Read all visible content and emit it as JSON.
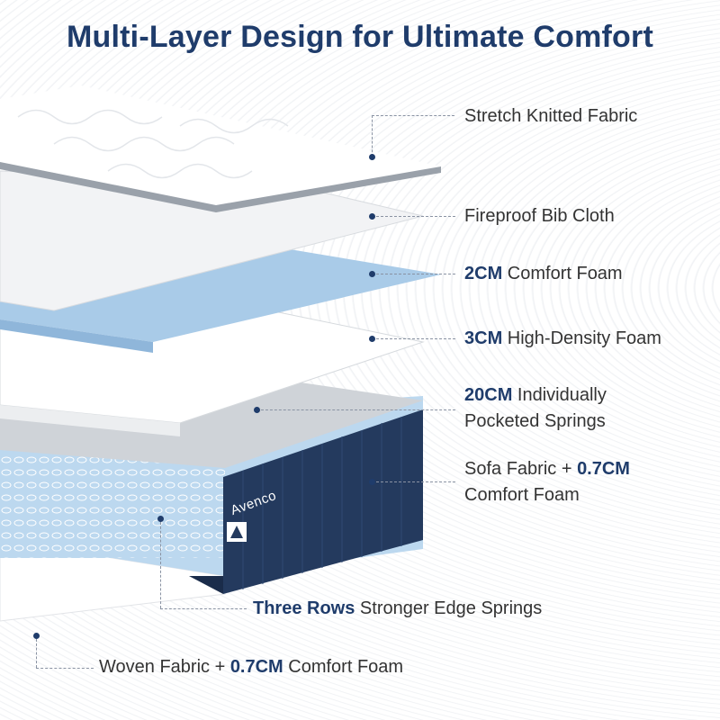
{
  "title": "Multi-Layer Design for Ultimate Comfort",
  "brand": "Avenco",
  "labels": [
    {
      "bold": "",
      "text": "Stretch Knitted Fabric",
      "bold_after": "",
      "line2": ""
    },
    {
      "bold": "",
      "text": "Fireproof  Bib  Cloth",
      "bold_after": "",
      "line2": ""
    },
    {
      "bold": "2CM",
      "text": " Comfort Foam",
      "bold_after": "",
      "line2": ""
    },
    {
      "bold": "3CM",
      "text": " High-Density Foam",
      "bold_after": "",
      "line2": ""
    },
    {
      "bold": "20CM",
      "text": " Individually",
      "bold_after": "",
      "line2": "Pocketed Springs"
    },
    {
      "bold": "",
      "text": "Sofa Fabric + ",
      "bold_after": "0.7CM",
      "line2": "Comfort Foam"
    },
    {
      "bold": "Three Rows",
      "text": " Stronger Edge Springs",
      "bold_after": "",
      "line2": ""
    },
    {
      "bold": "",
      "text": "Woven Fabric + ",
      "bold_after": "0.7CM",
      "line2": " Comfort Foam"
    }
  ],
  "colors": {
    "accent": "#1f3c6b",
    "foam_blue": "#a9cbe8",
    "dark_panel": "#243a5e"
  }
}
